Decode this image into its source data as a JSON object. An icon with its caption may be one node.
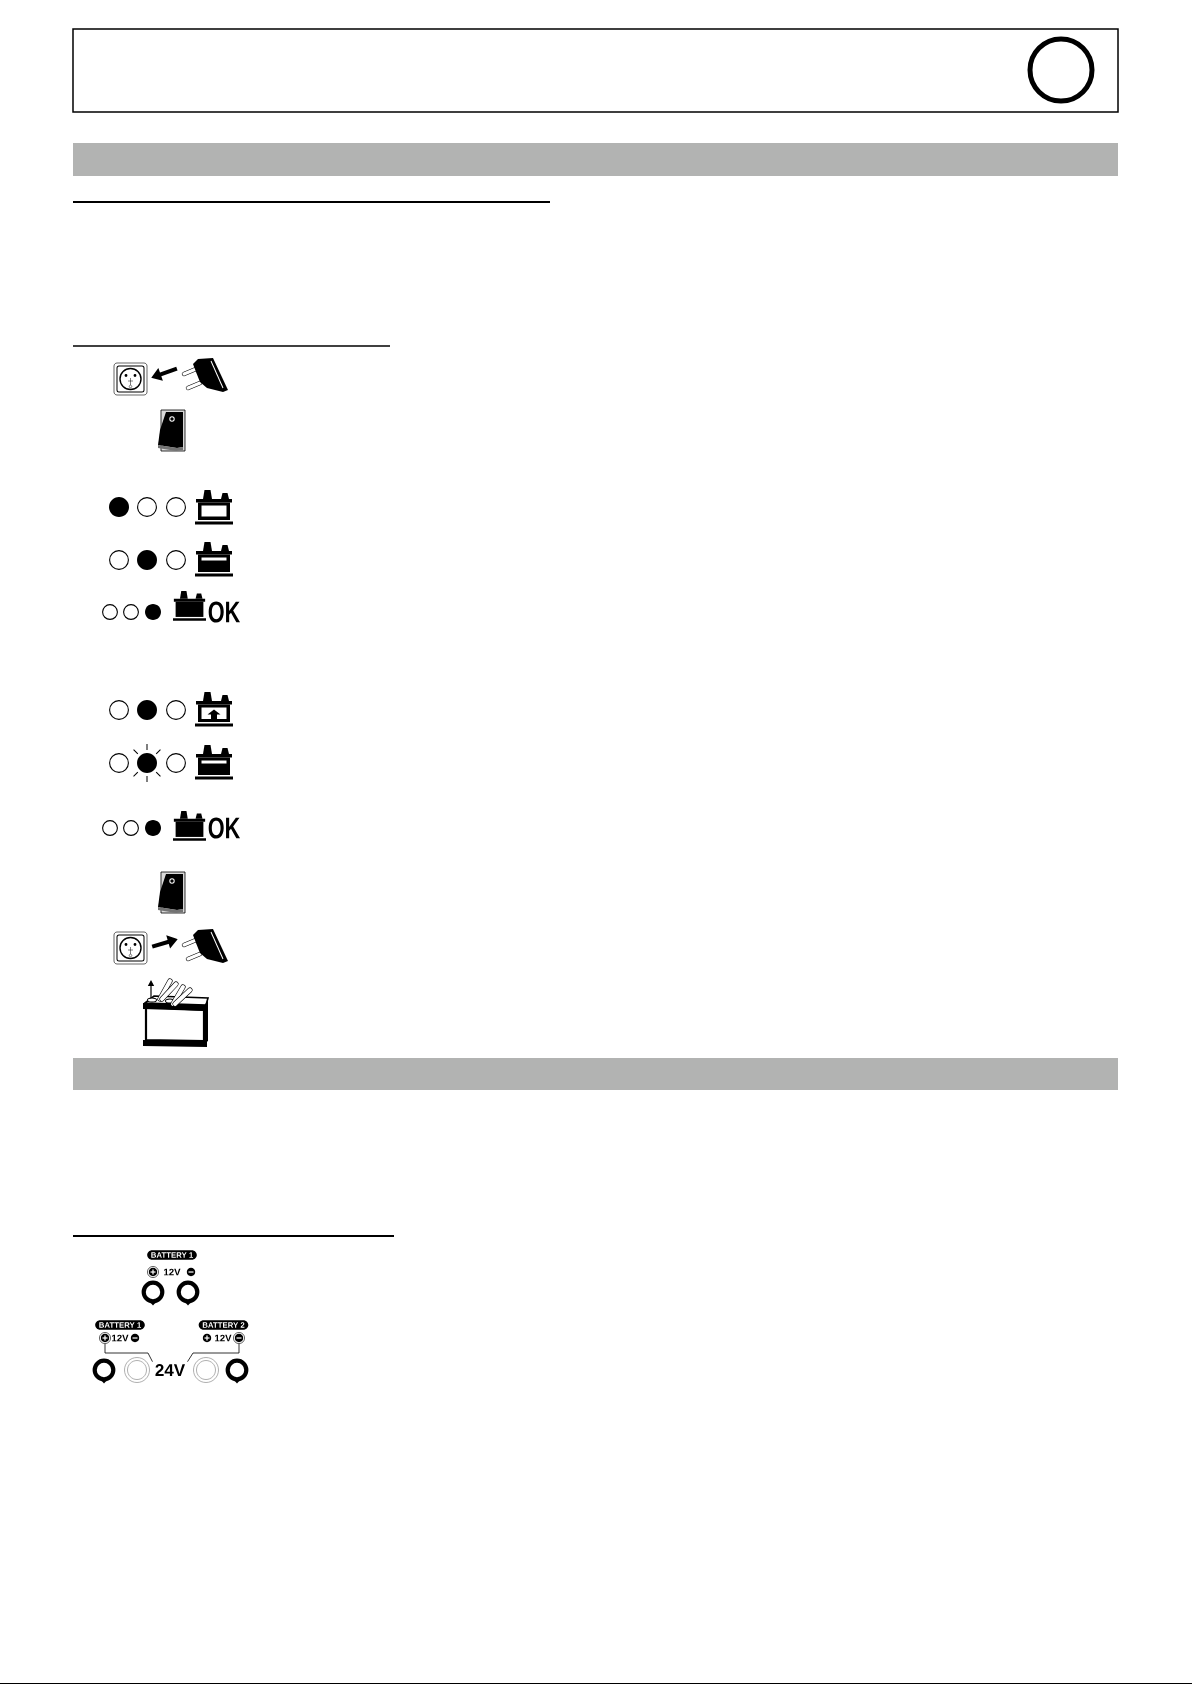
{
  "diagram": {
    "nodes": [
      {
        "text": [],
        "shape": "bar"
      },
      {
        "text": [],
        "shape": "picture"
      },
      {
        "text": [],
        "shape": "picture"
      },
      {
        "text": [],
        "shape": "picture"
      },
      {
        "text": [],
        "shape": "picture"
      },
      {
        "text": [],
        "shape": "bar"
      },
      {
        "text": [],
        "shape": "circle"
      },
      {
        "text": [],
        "shape": "circle"
      },
      {
        "text": [
          "24V"
        ]
      }
    ],
    "edges": [
      {
        "from": 2,
        "to": 1,
        "arrow": "to",
        "style": "thick"
      },
      {
        "from": 3,
        "to": 4,
        "arrow": "to",
        "style": "thick"
      },
      {
        "from": 6,
        "to": 8,
        "arrow": "none"
      },
      {
        "from": 7,
        "to": 8,
        "arrow": "none"
      }
    ],
    "labels": [
      "OK",
      "OK",
      "BATTERY 1",
      "12V",
      "BATTERY 1",
      "12V",
      "BATTERY 2",
      "12V"
    ]
  }
}
